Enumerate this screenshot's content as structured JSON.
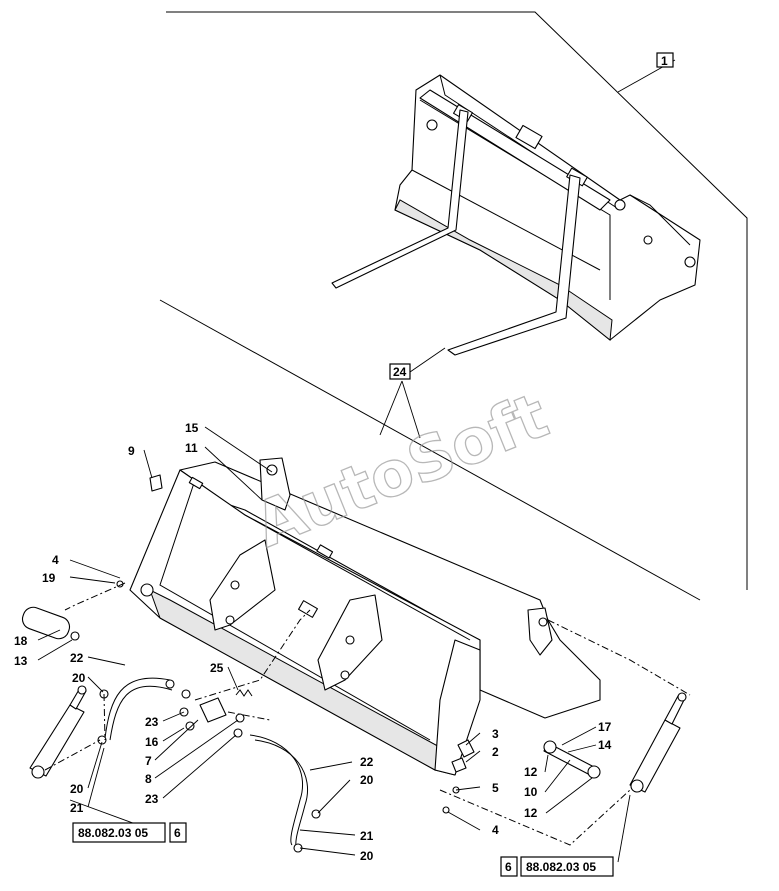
{
  "watermark": "AutoSoft",
  "refs": {
    "ref_left": "88.082.03 05",
    "ref_left_num": "6",
    "ref_right": "88.082.03 05",
    "ref_right_num": "6"
  },
  "callouts": {
    "c1": "1",
    "c24": "24",
    "c15": "15",
    "c11": "11",
    "c9": "9",
    "c4a": "4",
    "c19": "19",
    "c18": "18",
    "c13": "13",
    "c22a": "22",
    "c20a": "20",
    "c25": "25",
    "c23a": "23",
    "c16": "16",
    "c7": "7",
    "c8": "8",
    "c23b": "23",
    "c20b": "20",
    "c21a": "21",
    "c22b": "22",
    "c20c": "20",
    "c21b": "21",
    "c20d": "20",
    "c3": "3",
    "c2": "2",
    "c5": "5",
    "c4b": "4",
    "c17": "17",
    "c14": "14",
    "c12a": "12",
    "c10": "10",
    "c12b": "12"
  }
}
